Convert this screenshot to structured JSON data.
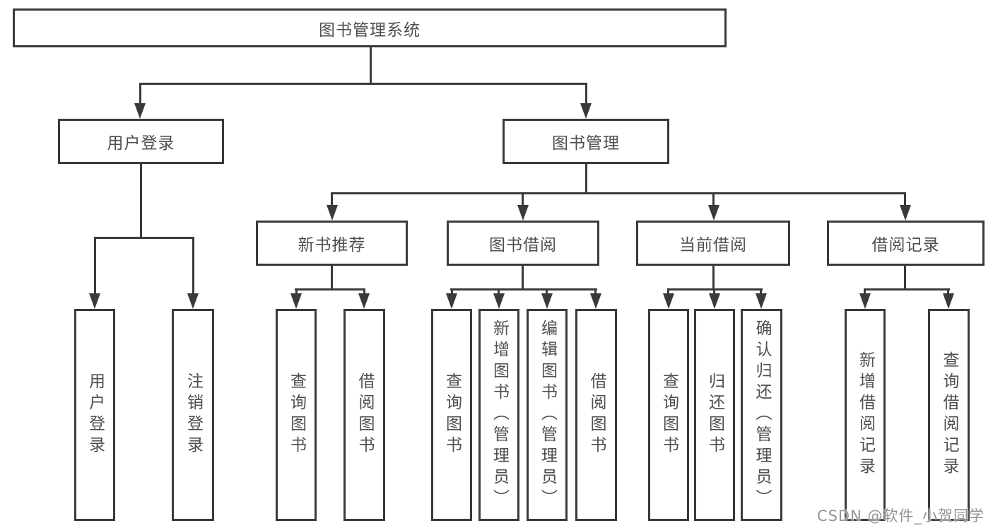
{
  "diagram": {
    "title": "图书管理系统",
    "nodes": {
      "root": "图书管理系统",
      "user_login": "用户登录",
      "book_mgmt": "图书管理",
      "new_book": "新书推荐",
      "book_borrow": "图书借阅",
      "current_borrow": "当前借阅",
      "borrow_record": "借阅记录",
      "leaf_user_login": "用户登录",
      "leaf_logout": "注销登录",
      "leaf_nb_query": "查询图书",
      "leaf_nb_borrow": "借阅图书",
      "leaf_bb_query": "查询图书",
      "leaf_bb_add": "新增图书（管理员）",
      "leaf_bb_edit": "编辑图书（管理员）",
      "leaf_bb_borrow": "借阅图书",
      "leaf_cb_query": "查询图书",
      "leaf_cb_return": "归还图书",
      "leaf_cb_confirm": "确认归还（管理员）",
      "leaf_br_add": "新增借阅记录",
      "leaf_br_query": "查询借阅记录"
    },
    "line_color": "#3a3a3a",
    "text_color": "#4f4f4f"
  },
  "watermark": "CSDN @软件_小贺同学"
}
